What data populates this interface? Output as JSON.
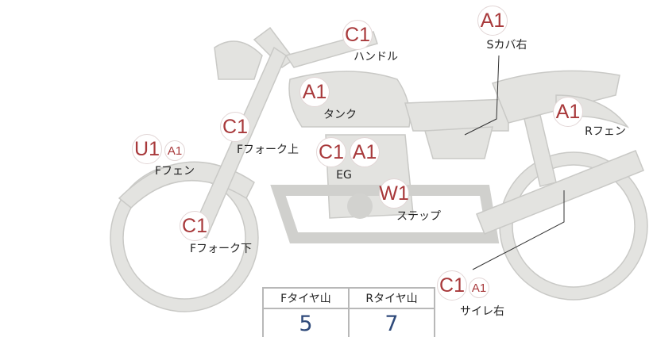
{
  "parts": [
    {
      "id": "handle",
      "label": "ハンドル",
      "codes": [
        "C1"
      ]
    },
    {
      "id": "seat-cover-right",
      "label": "Sカバ右",
      "codes": [
        "A1"
      ]
    },
    {
      "id": "tank",
      "label": "タンク",
      "codes": [
        "A1"
      ]
    },
    {
      "id": "rear-fender",
      "label": "Rフェン",
      "codes": [
        "A1"
      ]
    },
    {
      "id": "front-fork-upper",
      "label": "Fフォーク上",
      "codes": [
        "C1"
      ]
    },
    {
      "id": "front-fender",
      "label": "Fフェン",
      "codes": [
        "U1",
        "A1"
      ]
    },
    {
      "id": "engine",
      "label": "EG",
      "codes": [
        "C1",
        "A1"
      ]
    },
    {
      "id": "step",
      "label": "ステップ",
      "codes": [
        "W1"
      ]
    },
    {
      "id": "front-fork-lower",
      "label": "Fフォーク下",
      "codes": [
        "C1"
      ]
    },
    {
      "id": "silencer-right",
      "label": "サイレ右",
      "codes": [
        "C1",
        "A1"
      ]
    }
  ],
  "tires": {
    "headers": [
      "Fタイヤ山",
      "Rタイヤ山"
    ],
    "values": [
      "5",
      "7"
    ]
  },
  "colors": {
    "code": "#a8393b",
    "value": "#2f4a7a",
    "bike": "#e3e3e0"
  }
}
